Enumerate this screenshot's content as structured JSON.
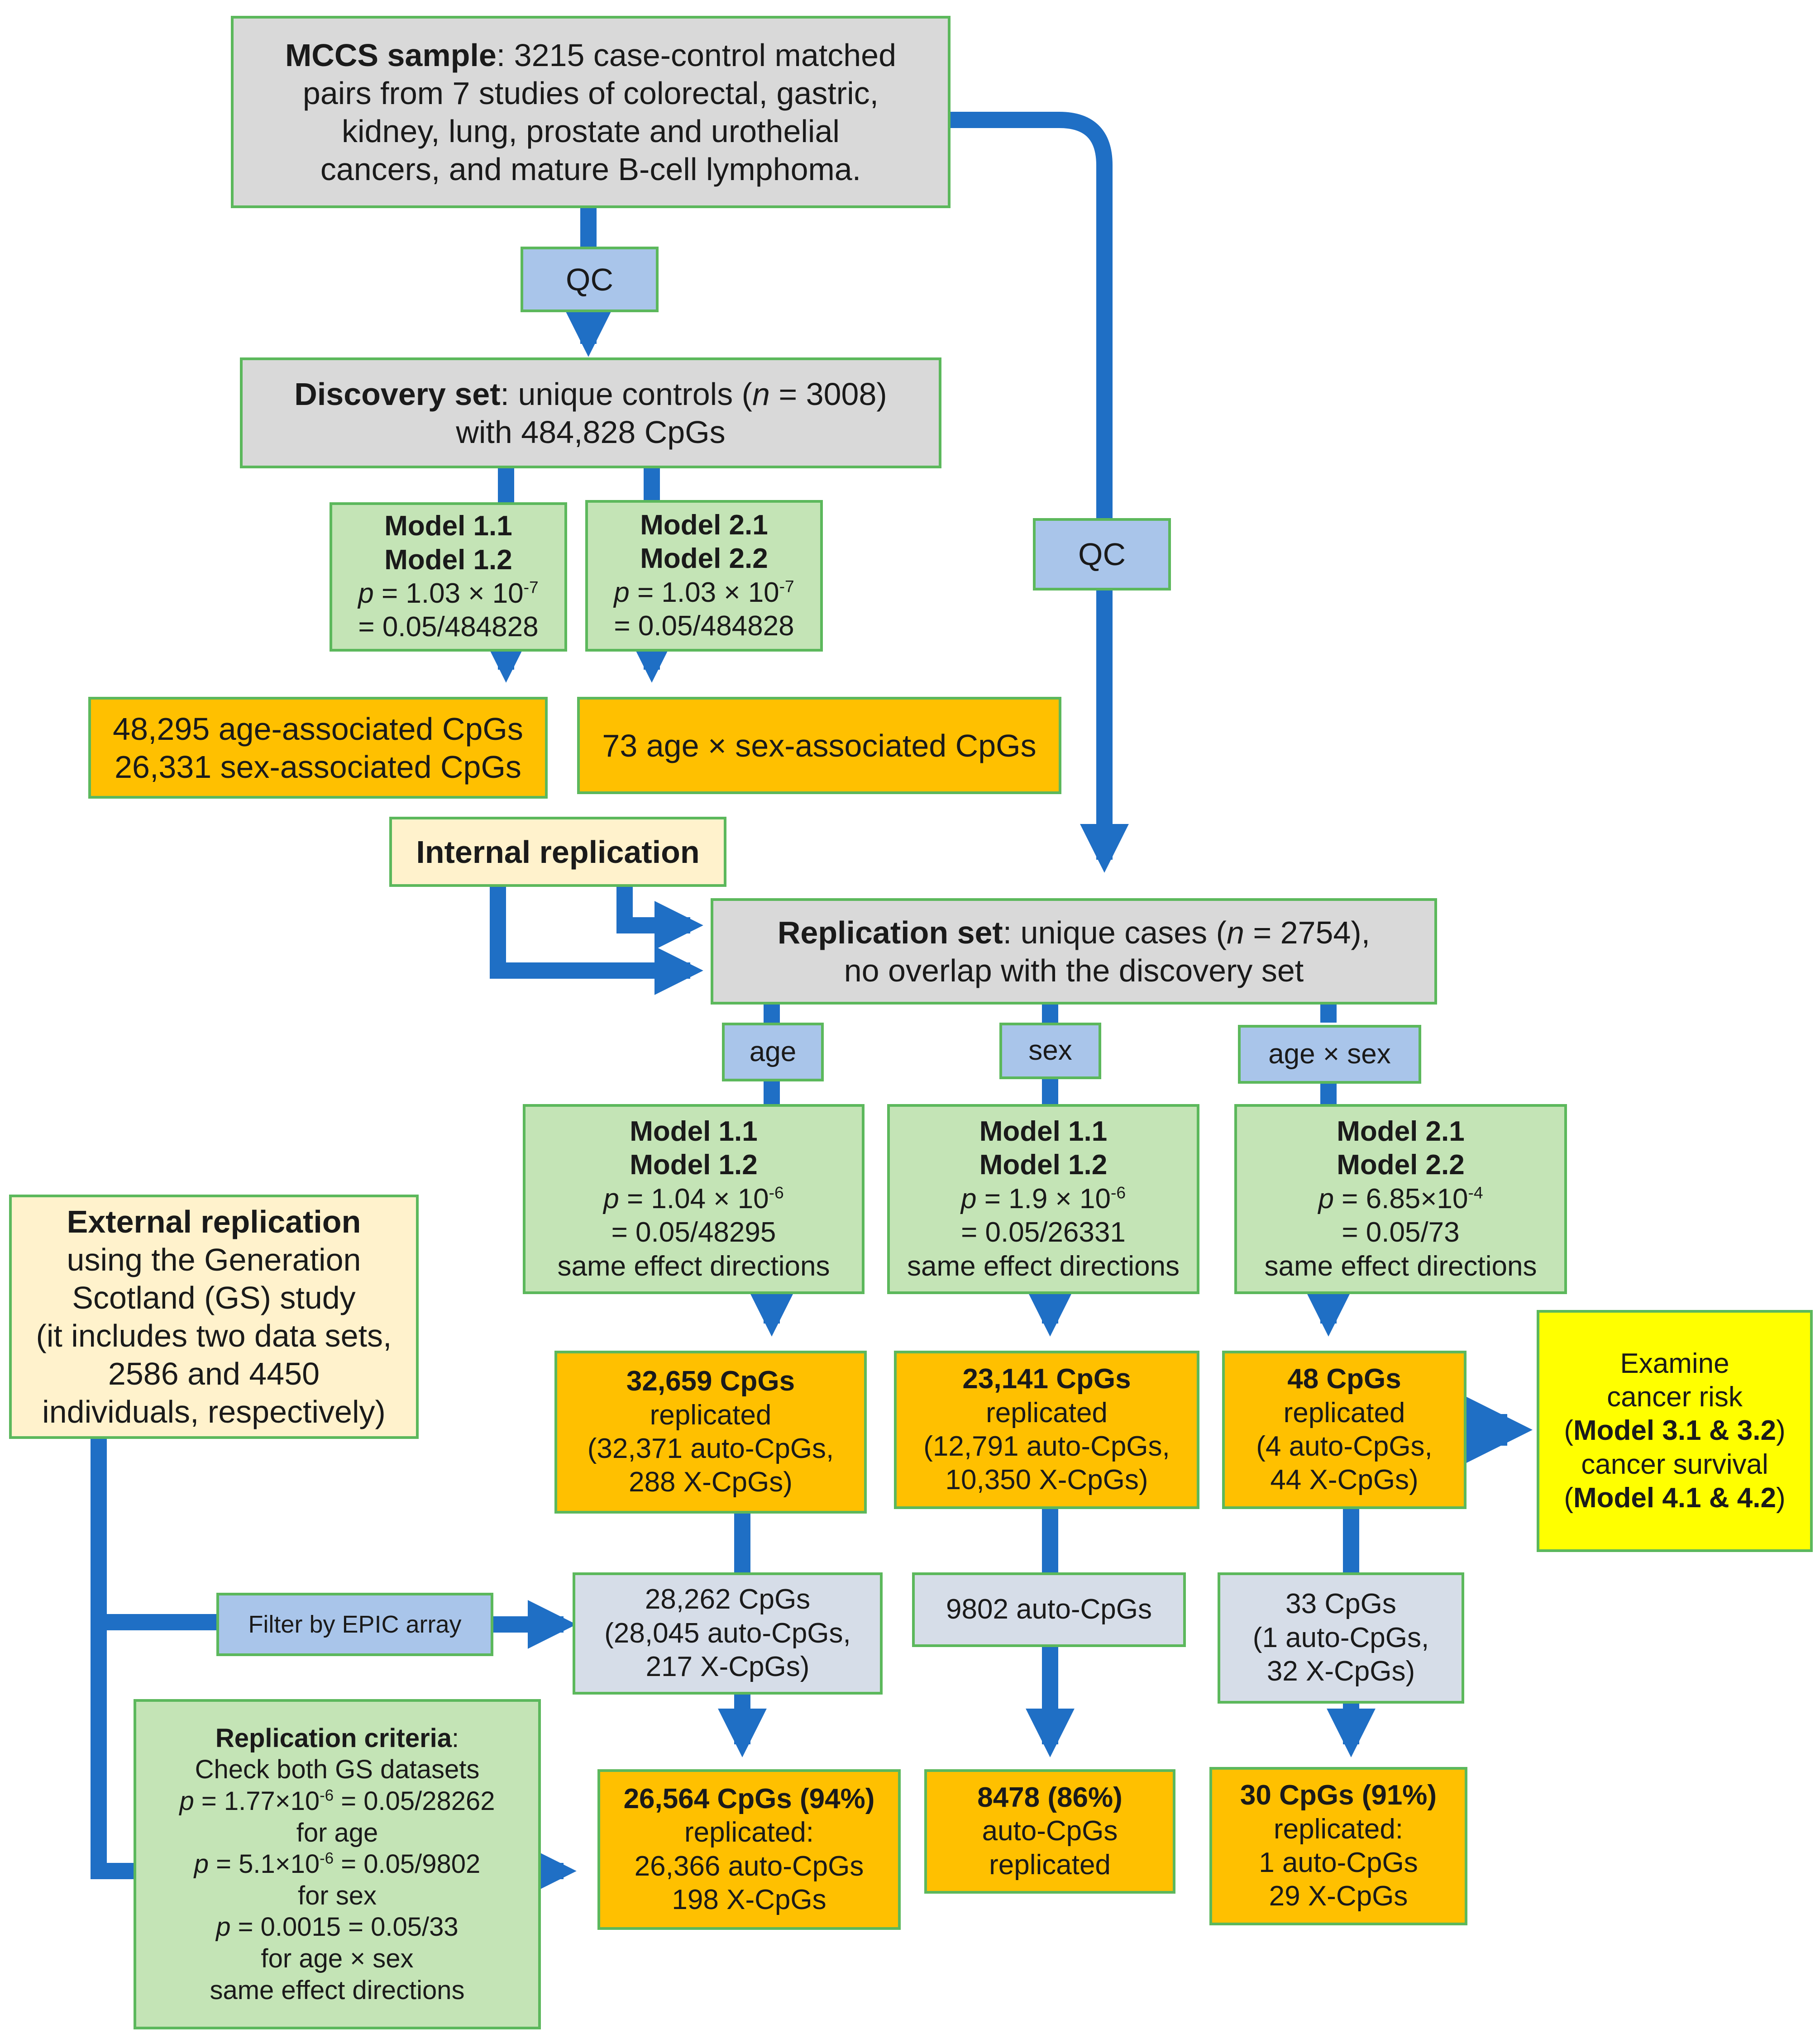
{
  "mccs": {
    "title": "MCCS sample",
    "lines": [
      "3215 case-control matched",
      "pairs from 7 studies of colorectal, gastric,",
      "kidney, lung, prostate and urothelial",
      "cancers, and mature B-cell lymphoma."
    ]
  },
  "qc_label": "QC",
  "discovery": {
    "title": "Discovery set",
    "text": "unique controls (",
    "n_label": "n",
    "n_value": " = 3008)",
    "line2": "with 484,828 CpGs"
  },
  "disc_model_a": {
    "m1": "Model 1.1",
    "m2": "Model 1.2",
    "p_label": "p",
    "p_text": " = 1.03 × 10",
    "p_exp": "-7",
    "line4": "= 0.05/484828"
  },
  "disc_model_b": {
    "m1": "Model 2.1",
    "m2": "Model 2.2",
    "p_label": "p",
    "p_text": " = 1.03 × 10",
    "p_exp": "-7",
    "line4": "= 0.05/484828"
  },
  "age_sex_found": {
    "line1": "48,295 age-associated CpGs",
    "line2": "26,331 sex-associated CpGs"
  },
  "agexsex_found": {
    "line1": "73 age × sex-associated CpGs"
  },
  "internal_replication": "Internal replication",
  "replication": {
    "title": "Replication set",
    "text": "unique cases (",
    "n_label": "n",
    "n_value": " = 2754),",
    "line2": "no overlap with the discovery set"
  },
  "tags": {
    "age": "age",
    "sex": "sex",
    "agexsex": "age × sex"
  },
  "rep_model_age": {
    "m1": "Model 1.1",
    "m2": "Model 1.2",
    "p_label": "p",
    "p_text": " = 1.04 × 10",
    "p_exp": "-6",
    "line4": "= 0.05/48295",
    "line5": "same effect directions"
  },
  "rep_model_sex": {
    "m1": "Model 1.1",
    "m2": "Model 1.2",
    "p_label": "p",
    "p_text": " = 1.9 × 10",
    "p_exp": "-6",
    "line4": "= 0.05/26331",
    "line5": "same effect directions"
  },
  "rep_model_agexsex": {
    "m1": "Model 2.1",
    "m2": "Model 2.2",
    "p_label": "p",
    "p_text": " = 6.85×10",
    "p_exp": "-4",
    "line4": "= 0.05/73",
    "line5": "same effect directions"
  },
  "external": {
    "title": "External replication",
    "lines": [
      "using the Generation",
      "Scotland (GS) study",
      "(it includes two data sets,",
      "2586 and 4450",
      "individuals, respectively)"
    ]
  },
  "age_rep": {
    "title": "32,659 CpGs",
    "lines": [
      "replicated",
      "(32,371 auto-CpGs,",
      "288 X-CpGs)"
    ]
  },
  "sex_rep": {
    "title": "23,141 CpGs",
    "lines": [
      "replicated",
      "(12,791 auto-CpGs,",
      "10,350 X-CpGs)"
    ]
  },
  "agexsex_rep": {
    "title": "48 CpGs",
    "lines": [
      "replicated",
      "(4 auto-CpGs,",
      "44 X-CpGs)"
    ]
  },
  "examine": {
    "line1": "Examine",
    "line2": "cancer risk",
    "open1": "(",
    "model3": "Model 3.1 & 3.2",
    "close1": ")",
    "line4": "cancer survival",
    "open2": "(",
    "model4": "Model 4.1 & 4.2",
    "close2": ")"
  },
  "filter_epic": "Filter by EPIC array",
  "age_epic": {
    "lines": [
      "28,262 CpGs",
      "(28,045 auto-CpGs,",
      "217 X-CpGs)"
    ]
  },
  "sex_epic": {
    "lines": [
      "9802 auto-CpGs"
    ]
  },
  "agexsex_epic": {
    "lines": [
      "33 CpGs",
      "(1 auto-CpGs,",
      "32 X-CpGs)"
    ]
  },
  "criteria": {
    "title": "Replication criteria",
    "colon": ":",
    "line2": "Check both GS datasets",
    "p1_label": "p",
    "p1_text": " = 1.77×10",
    "p1_exp": "-6",
    "p1_tail": " = 0.05/28262",
    "line4": "for age",
    "p2_label": "p",
    "p2_text": " = 5.1×10",
    "p2_exp": "-6",
    "p2_tail": " = 0.05/9802",
    "line6": "for sex",
    "p3_label": "p",
    "p3_text": " = 0.0015 = 0.05/33",
    "line8": "for age × sex",
    "line9": "same effect directions"
  },
  "age_final": {
    "title": "26,564 CpGs (94%)",
    "lines": [
      "replicated:",
      "26,366 auto-CpGs",
      "198 X-CpGs"
    ]
  },
  "sex_final": {
    "title": "8478 (86%)",
    "lines": [
      "auto-CpGs",
      "replicated"
    ]
  },
  "agexsex_final": {
    "title": "30 CpGs (91%)",
    "lines": [
      "replicated:",
      "1 auto-CpGs",
      "29 X-CpGs"
    ]
  },
  "colors": {
    "arrow": "#1f6fc5",
    "border": "#5cb85c",
    "gray": "#d9d9d9",
    "green": "#c4e4b6",
    "orange": "#ffc000",
    "blue": "#a9c5ea",
    "lightblue": "#d6dde8",
    "cream": "#fff2cc",
    "yellow": "#ffff00"
  }
}
